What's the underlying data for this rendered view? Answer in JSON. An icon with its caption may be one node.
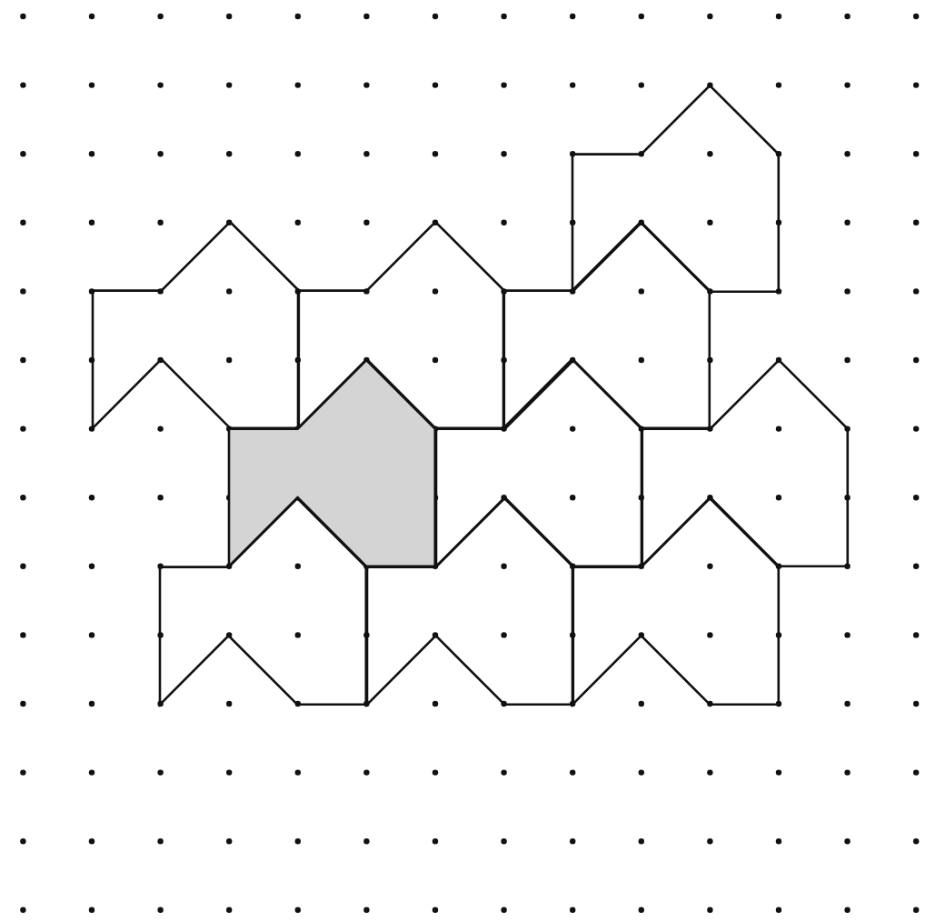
{
  "diagram": {
    "nodes": [
      {
        "text": [],
        "shape": "polygon"
      },
      {
        "text": [],
        "shape": "polygon"
      },
      {
        "text": [],
        "shape": "polygon"
      },
      {
        "text": [],
        "shape": "polygon"
      },
      {
        "text": [],
        "shape": "polygon"
      },
      {
        "text": [],
        "shape": "polygon"
      },
      {
        "text": [],
        "shape": "polygon"
      },
      {
        "text": [],
        "shape": "polygon"
      },
      {
        "text": [],
        "shape": "polygon"
      },
      {
        "text": [],
        "shape": "polygon"
      }
    ]
  }
}
